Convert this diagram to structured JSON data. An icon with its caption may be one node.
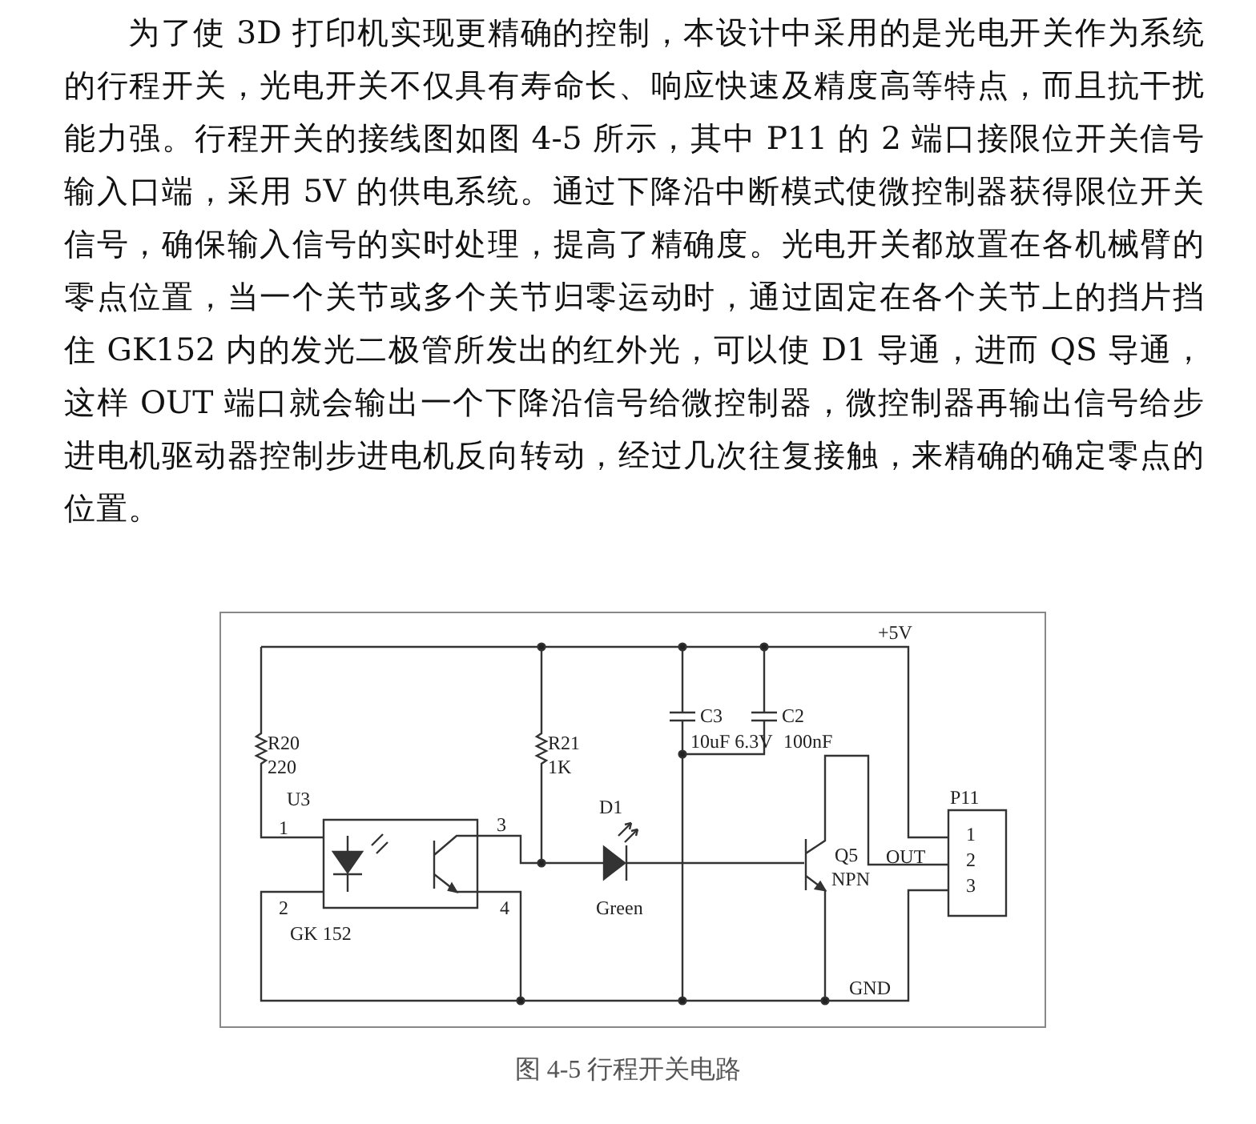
{
  "diagram": {
    "caption": "图 4-5 行程开关电路",
    "labels": [
      "为了使 3D 打印机实现更精确的控制，本设计中采用的是光电开关作为系统的行程开关，光电开关不仅具有寿命长、响应快速及精度高等特点，而且抗干扰能力强。行程开关的接线图如图 4-5 所示，其中 P11 的 2 端口接限位开关信号输入口端，采用 5V 的供电系统。通过下降沿中断模式使微控制器获得限位开关信号，确保输入信号的实时处理，提高了精确度。光电开关都放置在各机械臂的零点位置，当一个关节或多个关节归零运动时，通过固定在各个关节上的挡片挡住 GK152 内的发光二极管所发出的红外光，可以使 D1 导通，进而 QS 导通，这样 OUT 端口就会输出一个下降沿信号给微控制器，微控制器再输出信号给步进电机驱动器控制步进电机反向转动，经过几次往复接触，来精确的确定零点的位置。",
      "+5V",
      "C3",
      "C2",
      "R20",
      "220",
      "R21",
      "1K",
      "10uF 6.3V",
      "100nF",
      "U3",
      "D1",
      "1",
      "3",
      "P11",
      "Q5",
      "NPN",
      "OUT",
      "1",
      "2",
      "3",
      "2",
      "4",
      "Green",
      "GK 152",
      "GND"
    ]
  }
}
